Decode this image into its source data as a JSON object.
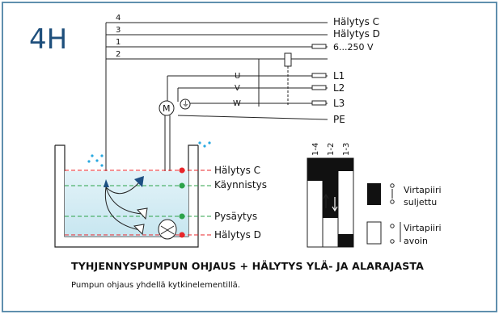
{
  "title_code": "4H",
  "terminals": [
    "4",
    "3",
    "1",
    "2"
  ],
  "outputs": {
    "halytys_c": "Hälytys C",
    "halytys_d": "Hälytys D",
    "voltage": "6...250 V",
    "l1": "L1",
    "l2": "L2",
    "l3": "L3",
    "pe": "PE"
  },
  "motor": {
    "u": "U",
    "v": "V",
    "w": "W",
    "m": "M"
  },
  "levels": [
    {
      "label": "Hälytys C",
      "color": "#e8262a"
    },
    {
      "label": "Käynnistys",
      "color": "#2ca34a"
    },
    {
      "label": "Pysäytys",
      "color": "#2ca34a"
    },
    {
      "label": "Hälytys D",
      "color": "#e8262a"
    }
  ],
  "switch_columns": [
    "1-4",
    "1-2",
    "1-3"
  ],
  "legend": {
    "closed": [
      "Virtapiiri",
      "suljettu"
    ],
    "open": [
      "Virtapiiri",
      "avoin"
    ]
  },
  "heading": "TYHJENNYSPUMPUN OHJAUS + HÄLYTYS YLÄ- JA ALARAJASTA",
  "subheading": "Pumpun ohjaus yhdellä kytkinelementillä.",
  "colors": {
    "border": "#5f8fae",
    "title": "#1e4f7c",
    "water": "#d6edf5",
    "float_blue": "#1d4f83",
    "drops": "#29a9e0"
  }
}
